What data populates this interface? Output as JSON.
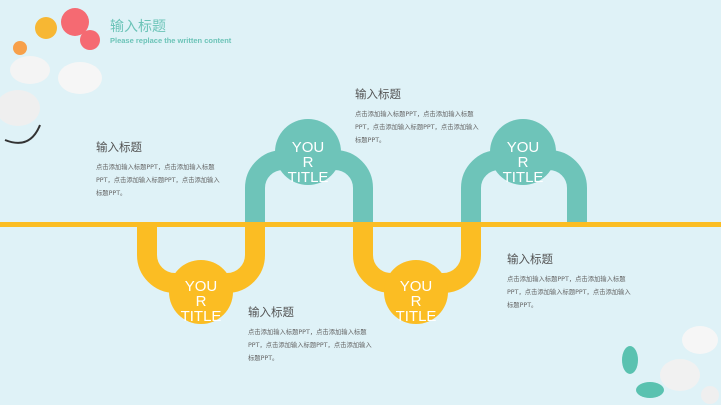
{
  "header": {
    "title": "输入标题",
    "subtitle": "Please replace the written content"
  },
  "circles": [
    {
      "l1": "YOU",
      "l2": "R",
      "l3": "TITLE"
    },
    {
      "l1": "YOU",
      "l2": "R",
      "l3": "TITLE"
    },
    {
      "l1": "YOU",
      "l2": "R",
      "l3": "TITLE"
    },
    {
      "l1": "YOU",
      "l2": "R",
      "l3": "TITLE"
    }
  ],
  "blocks": [
    {
      "heading": "输入标题",
      "body": "点击添加输入标题PPT，点击添加输入标题PPT，点击添加输入标题PPT，点击添加输入标题PPT。"
    },
    {
      "heading": "输入标题",
      "body": "点击添加输入标题PPT，点击添加输入标题PPT，点击添加输入标题PPT，点击添加输入标题PPT。"
    },
    {
      "heading": "输入标题",
      "body": "点击添加输入标题PPT，点击添加输入标题PPT，点击添加输入标题PPT，点击添加输入标题PPT。"
    },
    {
      "heading": "输入标题",
      "body": "点击添加输入标题PPT，点击添加输入标题PPT，点击添加输入标题PPT，点击添加输入标题PPT。"
    }
  ],
  "colors": {
    "yellow": "#fbbd23",
    "teal": "#6ec4b9",
    "bg": "#dff2f7"
  }
}
